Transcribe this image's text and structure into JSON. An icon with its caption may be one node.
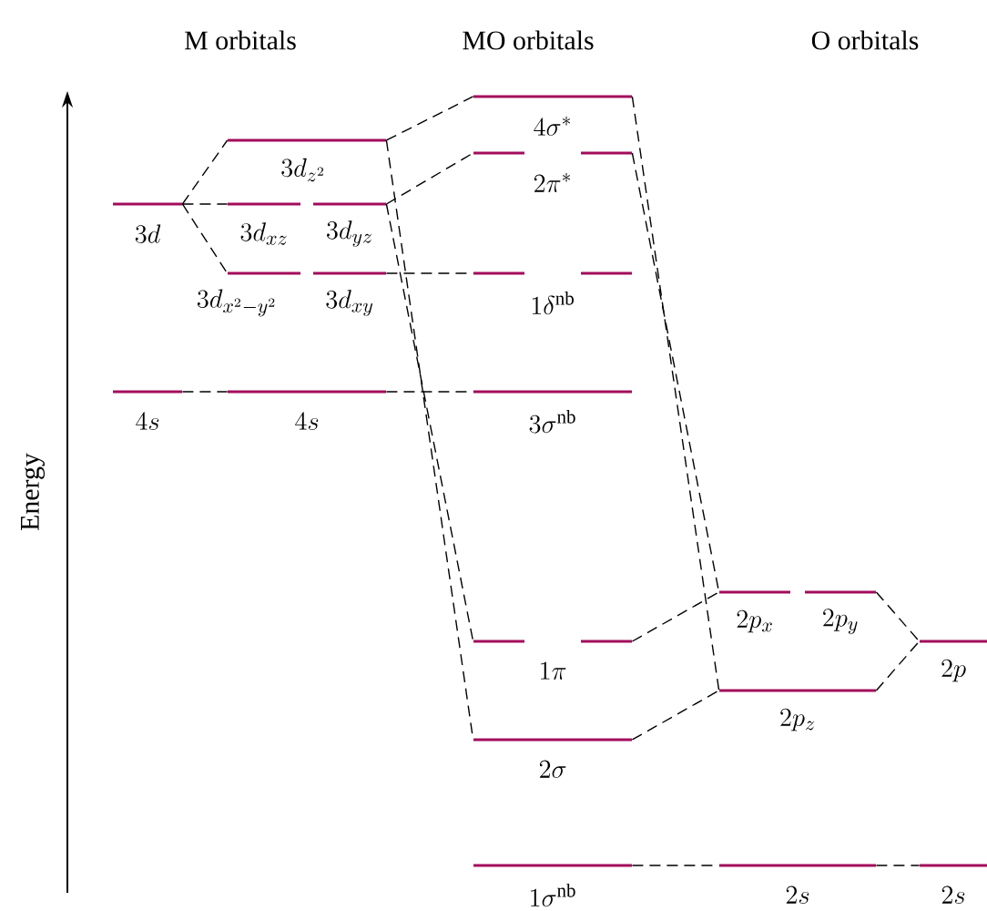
{
  "diagram": {
    "nodes": [
      {
        "text": [
          "3d"
        ]
      },
      {
        "text": [
          "3d_{z^2}"
        ]
      },
      {
        "text": [
          "3d_{xz}"
        ]
      },
      {
        "text": [
          "3d_{yz}"
        ]
      },
      {
        "text": [
          "3d_{x^2-y^2}"
        ]
      },
      {
        "text": [
          "3d_{xy}"
        ]
      },
      {
        "text": [
          "4s"
        ]
      },
      {
        "text": [
          "4s"
        ]
      },
      {
        "text": [
          "4\\sigma^*"
        ]
      },
      {
        "text": [
          "2\\pi^*"
        ]
      },
      {
        "text": [
          "1\\delta^{\\mathrm{nb}}"
        ]
      },
      {
        "text": [
          "3\\sigma^{\\mathrm{nb}}"
        ]
      },
      {
        "text": [
          "1\\pi"
        ]
      },
      {
        "text": [
          "2\\sigma"
        ]
      },
      {
        "text": [
          "1\\sigma^{\\mathrm{nb}}"
        ]
      },
      {
        "text": [
          "2p_x"
        ]
      },
      {
        "text": [
          "2p_y"
        ]
      },
      {
        "text": [
          "2p_z"
        ]
      },
      {
        "text": [
          "2p"
        ]
      },
      {
        "text": [
          "2s"
        ]
      },
      {
        "text": [
          "2s"
        ]
      }
    ],
    "edges": [
      {
        "from": 0,
        "to": 1,
        "arrow": "none",
        "style": "dashed"
      },
      {
        "from": 0,
        "to": 2,
        "arrow": "none",
        "style": "dashed"
      },
      {
        "from": 0,
        "to": 4,
        "arrow": "none",
        "style": "dashed"
      },
      {
        "from": 6,
        "to": 7,
        "arrow": "none",
        "style": "dashed"
      },
      {
        "from": 1,
        "to": 8,
        "arrow": "none",
        "style": "dashed"
      },
      {
        "from": 1,
        "to": 13,
        "arrow": "none",
        "style": "dashed"
      },
      {
        "from": 3,
        "to": 9,
        "arrow": "none",
        "style": "dashed"
      },
      {
        "from": 3,
        "to": 12,
        "arrow": "none",
        "style": "dashed"
      },
      {
        "from": 5,
        "to": 10,
        "arrow": "none",
        "style": "dashed"
      },
      {
        "from": 7,
        "to": 11,
        "arrow": "none",
        "style": "dashed"
      },
      {
        "from": 8,
        "to": 17,
        "arrow": "none",
        "style": "dashed"
      },
      {
        "from": 9,
        "to": 15,
        "arrow": "none",
        "style": "dashed"
      },
      {
        "from": 12,
        "to": 15,
        "arrow": "none",
        "style": "dashed"
      },
      {
        "from": 13,
        "to": 17,
        "arrow": "none",
        "style": "dashed"
      },
      {
        "from": 16,
        "to": 18,
        "arrow": "none",
        "style": "dashed"
      },
      {
        "from": 17,
        "to": 18,
        "arrow": "none",
        "style": "dashed"
      },
      {
        "from": 14,
        "to": 19,
        "arrow": "none",
        "style": "dashed"
      },
      {
        "from": 19,
        "to": 20,
        "arrow": "none",
        "style": "dashed"
      }
    ],
    "labels": [
      "M orbitals",
      "MO orbitals",
      "O orbitals",
      "Energy"
    ]
  }
}
